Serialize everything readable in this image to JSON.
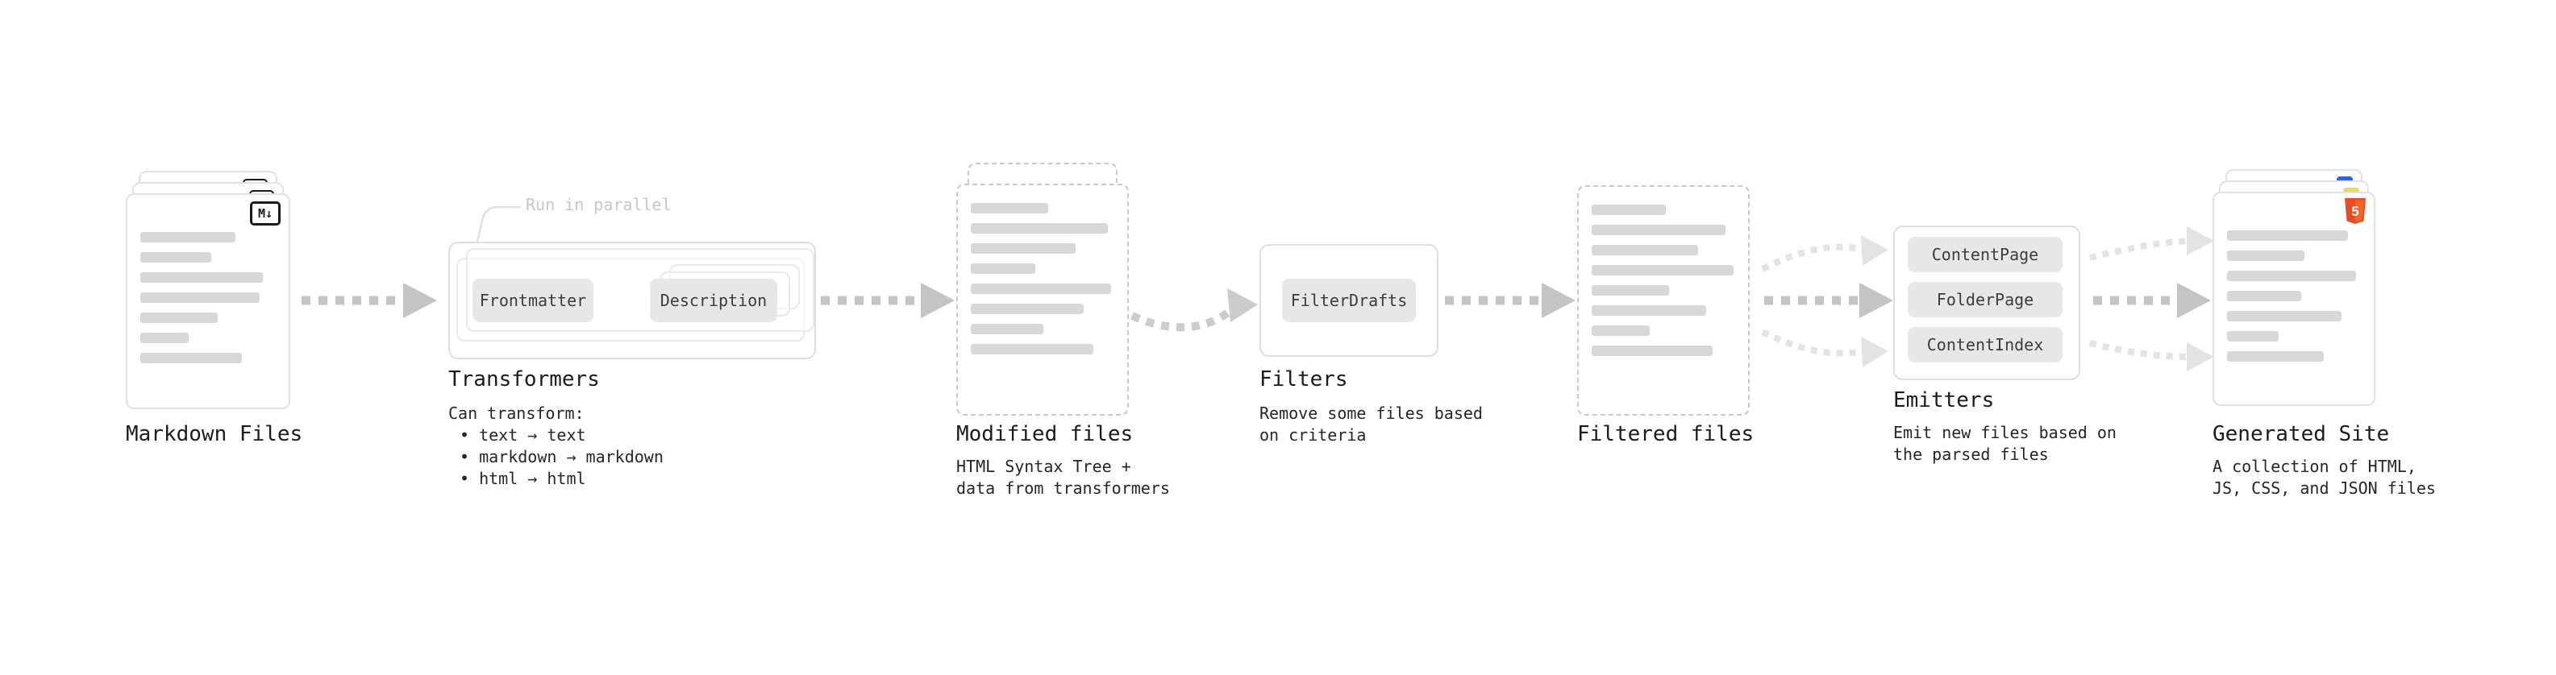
{
  "nodes": {
    "markdown_files": {
      "title": "Markdown Files",
      "badge": "M↓"
    },
    "transformers": {
      "title": "Transformers",
      "parallel_label": "Run in parallel",
      "buttons": [
        "Frontmatter",
        "Description"
      ],
      "desc": [
        "Can transform:",
        "• text → text",
        "• markdown → markdown",
        "• html → html"
      ]
    },
    "modified_files": {
      "title": "Modified files",
      "desc": [
        "HTML Syntax Tree +",
        "data from transformers"
      ]
    },
    "filters": {
      "title": "Filters",
      "buttons": [
        "FilterDrafts"
      ],
      "desc": [
        "Remove some files based",
        "on criteria"
      ]
    },
    "filtered_files": {
      "title": "Filtered files"
    },
    "emitters": {
      "title": "Emitters",
      "buttons": [
        "ContentPage",
        "FolderPage",
        "ContentIndex"
      ],
      "desc": [
        "Emit new files based on",
        "the parsed files"
      ]
    },
    "generated_site": {
      "title": "Generated Site",
      "badge": "5",
      "desc": [
        "A collection of HTML,",
        "JS, CSS, and JSON files"
      ]
    }
  },
  "colors": {
    "background": "#ffffff",
    "arrow": "#c4c4c4",
    "arrow_light": "#e3e3e3",
    "card_border": "#e2e2e2",
    "dashed_border": "#c9c9c9",
    "placeholder_bar": "#d8d8d8",
    "chip_bg": "#e7e7e7",
    "text": "#1f1f1f",
    "muted_label": "#c7c7c7",
    "markdown_badge": "#1a1a1a",
    "html5_orange": "#e44d26",
    "js_yellow": "#f0db4f",
    "css_blue": "#2965f1"
  }
}
